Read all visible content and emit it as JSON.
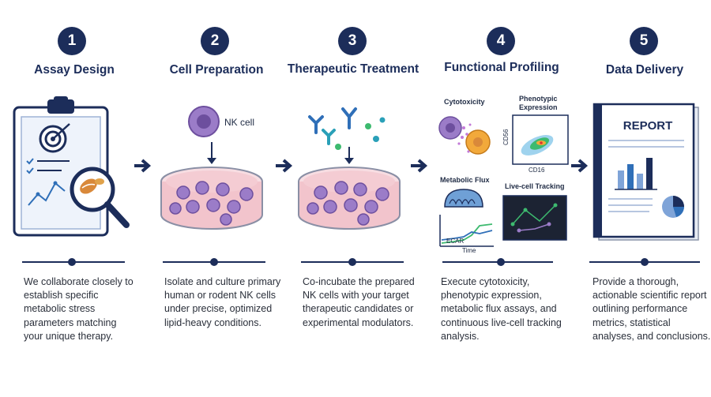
{
  "steps": [
    {
      "number": "1",
      "title": "Assay Design",
      "description": "We collaborate closely to establish specific metabolic stress parameters matching your unique therapy."
    },
    {
      "number": "2",
      "title": "Cell Preparation",
      "cell_label": "NK cell",
      "description": "Isolate and culture primary human or rodent NK cells under precise, optimized lipid-heavy conditions."
    },
    {
      "number": "3",
      "title": "Therapeutic Treatment",
      "description": "Co-incubate the prepared NK cells with your target therapeutic candidates or experimental modulators."
    },
    {
      "number": "4",
      "title": "Functional Profiling",
      "panels": {
        "cytotoxicity": "Cytotoxicity",
        "phenotypic_1": "Phenotypic",
        "phenotypic_2": "Expression",
        "cd56": "CD56",
        "cd16": "CD16",
        "metabolic": "Metabolic Flux",
        "ecar": "ECAR",
        "time": "Time",
        "livecell": "Live-cell Tracking"
      },
      "description": "Execute cytotoxicity, phenotypic expression, metabolic flux assays, and continuous live-cell tracking analysis."
    },
    {
      "number": "5",
      "title": "Data Delivery",
      "report_label": "REPORT",
      "description": "Provide a thorough, actionable scientific report outlining performance metrics, statistical analyses, and conclusions."
    }
  ],
  "colors": {
    "navy": "#1c2d5a",
    "cell": "#9b7cc8",
    "dish": "#f2c4cc",
    "accent": "#2f6fb8"
  }
}
